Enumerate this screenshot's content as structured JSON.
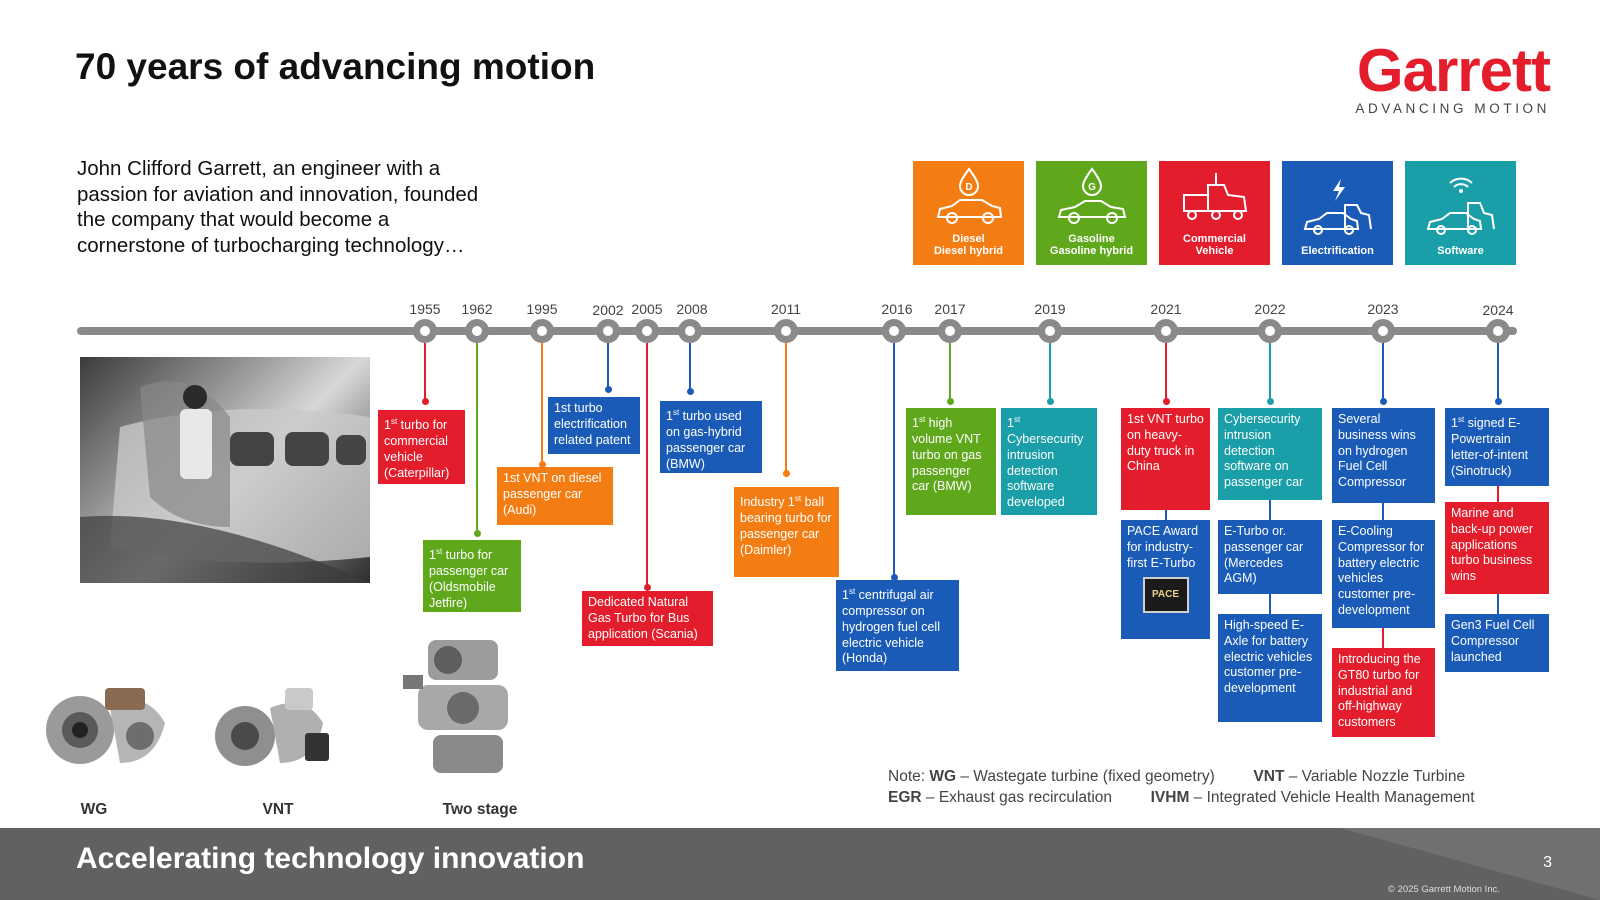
{
  "title": "70 years of advancing motion",
  "logo": {
    "word": "Garrett",
    "tagline": "ADVANCING MOTION",
    "color": "#e31d2b"
  },
  "intro": "John Clifford Garrett, an engineer with a passion for aviation and innovation, founded the company that would become a cornerstone of turbocharging technology…",
  "segments": [
    {
      "line1": "Diesel",
      "line2": "Diesel hybrid",
      "color": "#f47d13",
      "icon": "diesel-car-icon"
    },
    {
      "line1": "Gasoline",
      "line2": "Gasoline hybrid",
      "color": "#5fa81c",
      "icon": "gasoline-car-icon"
    },
    {
      "line1": "Commercial",
      "line2": "Vehicle",
      "color": "#e31d2b",
      "icon": "truck-icon"
    },
    {
      "line1": "Electrification",
      "line2": "",
      "color": "#1a5bb8",
      "icon": "electric-car-icon"
    },
    {
      "line1": "Software",
      "line2": "",
      "color": "#1a9ea8",
      "icon": "connected-vehicle-icon"
    }
  ],
  "years": [
    "1955",
    "1962",
    "1995",
    "2002",
    "2005",
    "2008",
    "2011",
    "2016",
    "2017",
    "2019",
    "2021",
    "2022",
    "2023",
    "2024"
  ],
  "milestones": [
    {
      "text": "<sup>st</sup> turbo for commercial vehicle (Caterpillar)",
      "pre": "1"
    },
    {
      "text": "<sup>st</sup> turbo for passenger car (Oldsmobile Jetfire)",
      "pre": "1"
    },
    {
      "text": "1st VNT on diesel passenger car (Audi)",
      "pre": ""
    },
    {
      "text": "1st turbo electrification related patent",
      "pre": ""
    },
    {
      "text": "Dedicated Natural Gas Turbo for Bus application (Scania)",
      "pre": ""
    },
    {
      "text": "<sup>st</sup> turbo used on gas-hybrid passenger car (BMW)",
      "pre": "1"
    },
    {
      "text": "Industry 1<sup>st</sup> ball bearing turbo for passenger car (Daimler)",
      "pre": ""
    },
    {
      "text": "<sup>st</sup>  centrifugal air compressor on hydrogen fuel cell electric vehicle (Honda)",
      "pre": "1"
    },
    {
      "text": "<sup>st</sup> high volume VNT turbo on gas passenger car (BMW)",
      "pre": "1"
    },
    {
      "text": "<sup>st</sup> Cybersecurity intrusion detection software developed",
      "pre": "1"
    },
    {
      "text": "1st VNT turbo on heavy-duty truck in China",
      "pre": ""
    },
    {
      "text": "PACE Award for industry-first E-Turbo",
      "pre": ""
    },
    {
      "text": "Cybersecurity intrusion detection software on passenger car",
      "pre": ""
    },
    {
      "text": "E-Turbo or. passenger car (Mercedes AGM)",
      "pre": ""
    },
    {
      "text": "High-speed E-Axle for battery electric vehicles customer pre-development",
      "pre": ""
    },
    {
      "text": "Several business wins on hydrogen Fuel Cell Compressor",
      "pre": ""
    },
    {
      "text": "E-Cooling Compressor for battery electric vehicles customer pre-development",
      "pre": ""
    },
    {
      "text": "Introducing the GT80 turbo for industrial and off-highway customers",
      "pre": ""
    },
    {
      "text": "<sup>st</sup> signed E-Powertrain letter-of-intent (Sinotruck)",
      "pre": "1"
    },
    {
      "text": "Marine and back-up power applications turbo business wins",
      "pre": ""
    },
    {
      "text": "Gen3 Fuel Cell Compressor launched",
      "pre": ""
    }
  ],
  "products": [
    {
      "label": "WG",
      "icon": "wastegate-turbo-icon"
    },
    {
      "label": "VNT",
      "icon": "vnt-turbo-icon"
    },
    {
      "label": "Two stage",
      "icon": "two-stage-turbo-icon"
    }
  ],
  "note": {
    "prefix": "Note: ",
    "wg_abbr": "WG",
    "wg_def": " – Wastegate turbine (fixed geometry)",
    "vnt_abbr": "VNT",
    "vnt_def": " – Variable Nozzle Turbine",
    "egr_abbr": "EGR",
    "egr_def": " – Exhaust gas recirculation",
    "ivhm_abbr": "IVHM",
    "ivhm_def": " – Integrated Vehicle Health Management"
  },
  "footer": {
    "label": "Accelerating technology innovation",
    "page": "3",
    "copyright": "© 2025 Garrett Motion Inc."
  },
  "pace_badge": "PACE"
}
